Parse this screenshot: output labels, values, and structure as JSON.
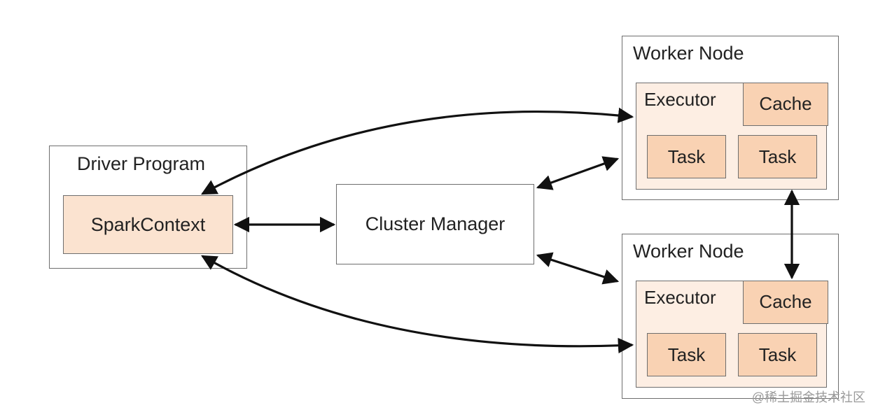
{
  "driver": {
    "title": "Driver Program",
    "spark_context": "SparkContext"
  },
  "cluster_manager": {
    "label": "Cluster Manager"
  },
  "workers": [
    {
      "title": "Worker Node",
      "executor": "Executor",
      "cache": "Cache",
      "tasks": [
        "Task",
        "Task"
      ]
    },
    {
      "title": "Worker Node",
      "executor": "Executor",
      "cache": "Cache",
      "tasks": [
        "Task",
        "Task"
      ]
    }
  ],
  "watermark": "@稀土掘金技术社区",
  "colors": {
    "inner_fill": "#fbe3d0",
    "executor_fill": "#fdeee3",
    "task_fill": "#f9d2b3",
    "border": "#6e6e6e",
    "arrow": "#111111"
  }
}
